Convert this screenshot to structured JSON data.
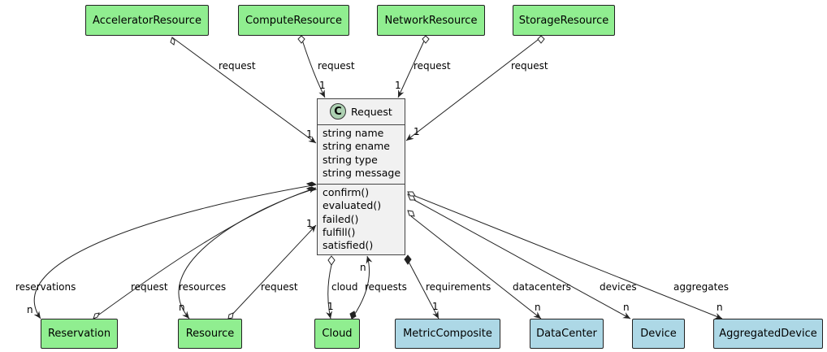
{
  "top_classes": [
    "AcceleratorResource",
    "ComputeResource",
    "NetworkResource",
    "StorageResource"
  ],
  "request_class": {
    "badge": "C",
    "name": "Request",
    "attributes": [
      "string name",
      "string ename",
      "string type",
      "string message"
    ],
    "methods": [
      "confirm()",
      "evaluated()",
      "failed()",
      "fulfill()",
      "satisfied()"
    ]
  },
  "bottom_classes": [
    "Reservation",
    "Resource",
    "Cloud",
    "MetricComposite",
    "DataCenter",
    "Device",
    "AggregatedDevice"
  ],
  "edge_labels": {
    "accel_request": "request",
    "compute_request": "request",
    "network_request": "request",
    "storage_request": "request",
    "reservations": "reservations",
    "reservation_request": "request",
    "resources": "resources",
    "resource_request": "request",
    "cloud": "cloud",
    "requests": "requests",
    "requirements": "requirements",
    "datacenters": "datacenters",
    "devices": "devices",
    "aggregates": "aggregates"
  },
  "multiplicities": {
    "one": "1",
    "many": "n"
  },
  "colors": {
    "external": "#90ee90",
    "internal": "#add8e6",
    "class_bg": "#f1f1f1",
    "badge": "#add1b2"
  }
}
